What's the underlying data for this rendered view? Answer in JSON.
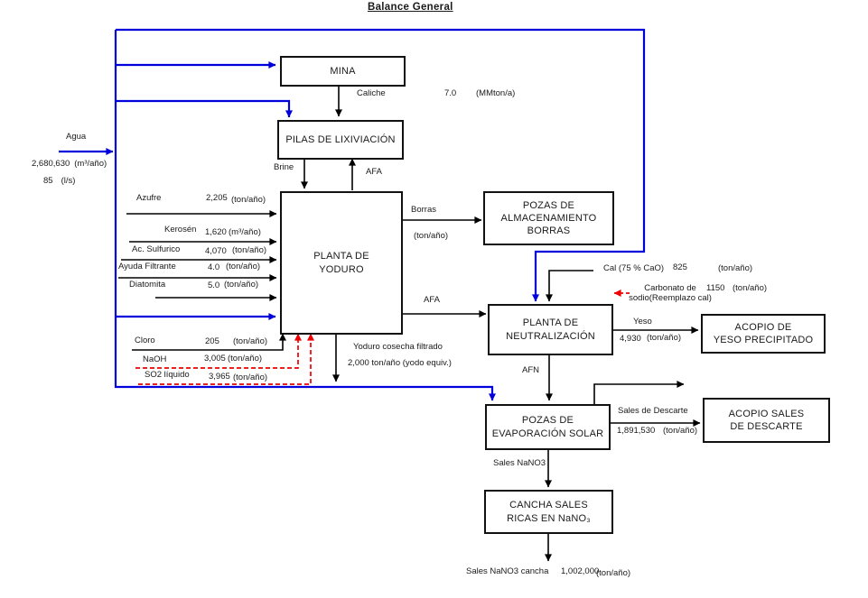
{
  "title": "Balance General",
  "colors": {
    "flow_blue": "#0000dd",
    "flow_red": "#ee0000",
    "flow_black": "#000000"
  },
  "boxes": {
    "mina": {
      "lines": [
        "MINA"
      ]
    },
    "pilas": {
      "lines": [
        "PILAS DE LIXIVIACIÓN"
      ]
    },
    "planta_yoduro": {
      "lines": [
        "PLANTA DE",
        "YODURO"
      ]
    },
    "pozas_borras": {
      "lines": [
        "POZAS DE",
        "ALMACENAMIENTO",
        "BORRAS"
      ]
    },
    "planta_neutralizacion": {
      "lines": [
        "PLANTA DE",
        "NEUTRALIZACIÓN"
      ]
    },
    "acopio_yeso": {
      "lines": [
        "ACOPIO DE",
        "YESO PRECIPITADO"
      ]
    },
    "pozas_evaporacion": {
      "lines": [
        "POZAS DE",
        "EVAPORACIÓN SOLAR"
      ]
    },
    "acopio_sales": {
      "lines": [
        "ACOPIO SALES",
        "DE DESCARTE"
      ]
    },
    "cancha_sales": {
      "lines": [
        "CANCHA SALES",
        "RICAS EN NaNO₃"
      ]
    }
  },
  "inputs": {
    "agua": {
      "label": "Agua",
      "value1": "2,680,630",
      "unit1": "(m³/año)",
      "value2": "85",
      "unit2": "(l/s)"
    },
    "azufre": {
      "label": "Azufre",
      "value": "2,205",
      "unit": "(ton/año)"
    },
    "kerosen": {
      "label": "Kerosén",
      "value": "1,620",
      "unit": "(m³/año)"
    },
    "ac_sulfurico": {
      "label": "Ac. Sulfurico",
      "value": "4,070",
      "unit": "(ton/año)"
    },
    "ayuda_filtrante": {
      "label": "Ayuda Filtrante",
      "value": "4.0",
      "unit": "(ton/año)"
    },
    "diatomita": {
      "label": "Diatomita",
      "value": "5.0",
      "unit": "(ton/año)"
    },
    "cloro": {
      "label": "Cloro",
      "value": "205",
      "unit": "(ton/año)"
    },
    "naoh": {
      "label": "NaOH",
      "value": "3,005",
      "unit": "(ton/año)"
    },
    "so2": {
      "label": "SO2 líquido",
      "value": "3,965",
      "unit": "(ton/año)"
    }
  },
  "streams": {
    "caliche": {
      "label": "Caliche",
      "value": "7.0",
      "unit": "(MMton/a)"
    },
    "brine": {
      "label": "Brine"
    },
    "afa_recycle": {
      "label": "AFA"
    },
    "borras": {
      "label": "Borras",
      "unit": "(ton/año)"
    },
    "afa_out": {
      "label": "AFA"
    },
    "yoduro": {
      "line1": "Yoduro cosecha filtrado",
      "line2": "2,000 ton/año (yodo equiv.)"
    },
    "cal": {
      "label": "Cal (75 % CaO)",
      "value": "825",
      "unit": "(ton/año)"
    },
    "carbonato": {
      "line1": "Carbonato de",
      "line2": "sodio(Reemplazo cal)",
      "value": "1150",
      "unit": "(ton/año)"
    },
    "yeso": {
      "label": "Yeso",
      "value": "4,930",
      "unit": "(ton/año)"
    },
    "afn": {
      "label": "AFN"
    },
    "sales_descarte": {
      "label": "Sales de Descarte",
      "value": "1,891,530",
      "unit": "(ton/año)"
    },
    "sales_nano3": {
      "label": "Sales NaNO3"
    },
    "sales_cancha": {
      "label": "Sales NaNO3 cancha",
      "value": "1,002,000",
      "unit": "(ton/año)"
    }
  }
}
